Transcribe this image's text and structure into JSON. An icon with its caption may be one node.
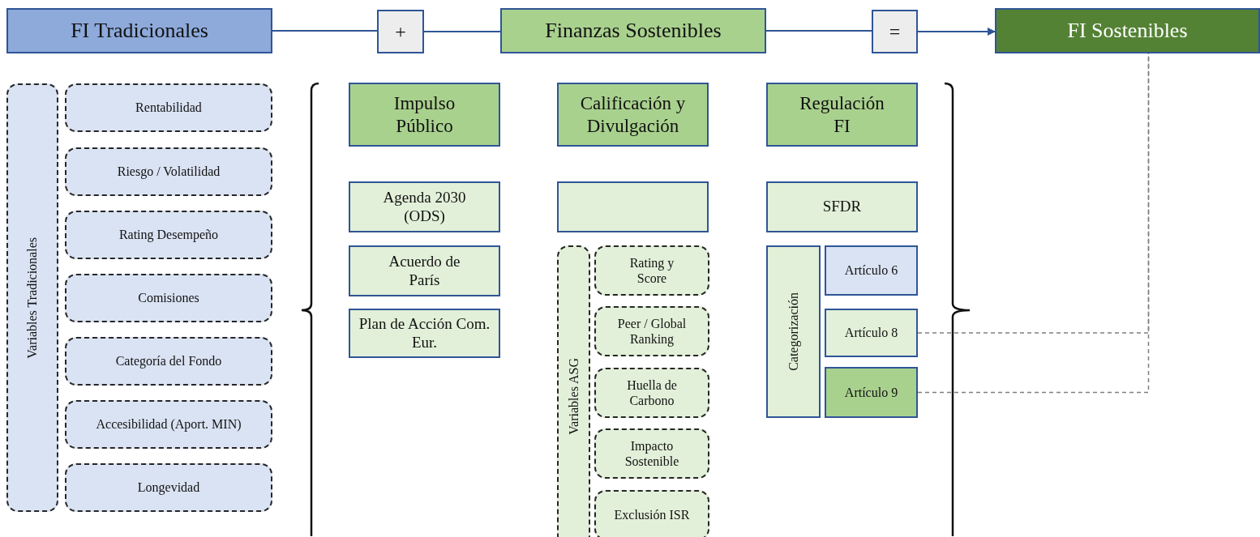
{
  "diagram": {
    "nodes": [
      {
        "text": [
          "FI Tradicionales"
        ]
      },
      {
        "text": [
          "+"
        ]
      },
      {
        "text": [
          "Finanzas Sostenibles"
        ]
      },
      {
        "text": [
          "="
        ]
      },
      {
        "text": [
          "FI Sostenibles"
        ]
      },
      {
        "text": [
          "Variables Tradicionales"
        ]
      },
      {
        "text": [
          "Rentabilidad"
        ]
      },
      {
        "text": [
          "Riesgo / Volatilidad"
        ]
      },
      {
        "text": [
          "Rating Desempeño"
        ]
      },
      {
        "text": [
          "Comisiones"
        ]
      },
      {
        "text": [
          "Categoría del Fondo"
        ]
      },
      {
        "text": [
          "Accesibilidad (Aport. MIN)"
        ]
      },
      {
        "text": [
          "Longevidad"
        ]
      },
      {
        "text": [
          "Impulso Público"
        ]
      },
      {
        "text": [
          "Calificación y Divulgación"
        ]
      },
      {
        "text": [
          "Regulación FI"
        ]
      },
      {
        "text": [
          "Agenda 2030 (ODS)"
        ]
      },
      {
        "text": [
          "Acuerdo de París"
        ]
      },
      {
        "text": [
          "Plan de Acción Com. Eur."
        ]
      },
      {
        "text": [],
        "shape": "box"
      },
      {
        "text": [
          "SFDR"
        ]
      },
      {
        "text": [
          "Variables ASG"
        ]
      },
      {
        "text": [
          "Rating y Score"
        ]
      },
      {
        "text": [
          "Peer / Global Ranking"
        ]
      },
      {
        "text": [
          "Huella de Carbono"
        ]
      },
      {
        "text": [
          "Impacto Sostenible"
        ]
      },
      {
        "text": [
          "Exclusión ISR"
        ]
      },
      {
        "text": [
          "Categorización"
        ]
      },
      {
        "text": [
          "Artículo 6"
        ]
      },
      {
        "text": [
          "Artículo 8"
        ]
      },
      {
        "text": [
          "Artículo 9"
        ]
      }
    ],
    "edges": [
      {
        "from": 0,
        "to": 1,
        "arrow": "none"
      },
      {
        "from": 1,
        "to": 2,
        "arrow": "none"
      },
      {
        "from": 2,
        "to": 3,
        "arrow": "none"
      },
      {
        "from": 3,
        "to": 4,
        "arrow": "to"
      },
      {
        "from": 29,
        "to": 4,
        "arrow": "none",
        "style": "dashed",
        "color": "#7f7f7f"
      },
      {
        "from": 30,
        "to": 4,
        "arrow": "none",
        "style": "dashed",
        "color": "#7f7f7f"
      }
    ]
  }
}
